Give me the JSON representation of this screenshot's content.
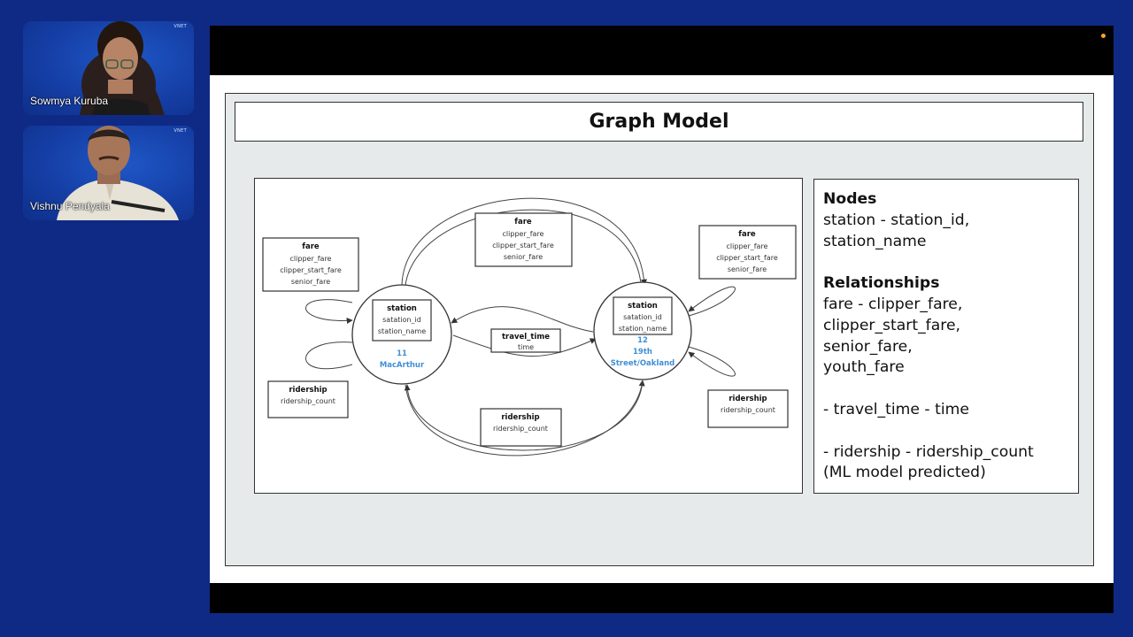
{
  "participants": [
    {
      "name": "Sowmya Kuruba",
      "logo": "VNET"
    },
    {
      "name": "Vishnu Pendyala",
      "logo": "VNET"
    }
  ],
  "slide": {
    "title": "Graph Model",
    "diagram": {
      "left_fare": {
        "title": "fare",
        "props": [
          "clipper_fare",
          "clipper_start_fare",
          "senior_fare"
        ]
      },
      "top_fare": {
        "title": "fare",
        "props": [
          "clipper_fare",
          "clipper_start_fare",
          "senior_fare"
        ]
      },
      "right_fare": {
        "title": "fare",
        "props": [
          "clipper_fare",
          "clipper_start_fare",
          "senior_fare"
        ]
      },
      "station_left": {
        "title": "station",
        "props": [
          "satation_id",
          "station_name"
        ],
        "label_line1": "11",
        "label_line2": "MacArthur"
      },
      "station_right": {
        "title": "station",
        "props": [
          "satation_id",
          "station_name"
        ],
        "label_line1": "12",
        "label_line2": "19th",
        "label_line3": "Street/Oakland"
      },
      "travel_time": {
        "title": "travel_time",
        "props": [
          "time"
        ]
      },
      "left_ridership": {
        "title": "ridership",
        "props": [
          "ridership_count"
        ]
      },
      "bottom_ridership": {
        "title": "ridership",
        "props": [
          "ridership_count"
        ]
      },
      "right_ridership": {
        "title": "ridership",
        "props": [
          "ridership_count"
        ]
      }
    },
    "info": {
      "nodes_heading": "Nodes",
      "nodes_lines": [
        "station - station_id,",
        "station_name"
      ],
      "relationships_heading": "Relationships",
      "relationships_lines": [
        "fare - clipper_fare,",
        "clipper_start_fare,",
        "senior_fare,",
        "youth_fare"
      ],
      "travel_line": "- travel_time - time",
      "ridership_lines": [
        "- ridership - ridership_count",
        "(ML model predicted)"
      ]
    }
  },
  "colors": {
    "background": "#0f2a84",
    "slide_panel": "#e6eaea",
    "station_label": "#3f8fd6"
  }
}
